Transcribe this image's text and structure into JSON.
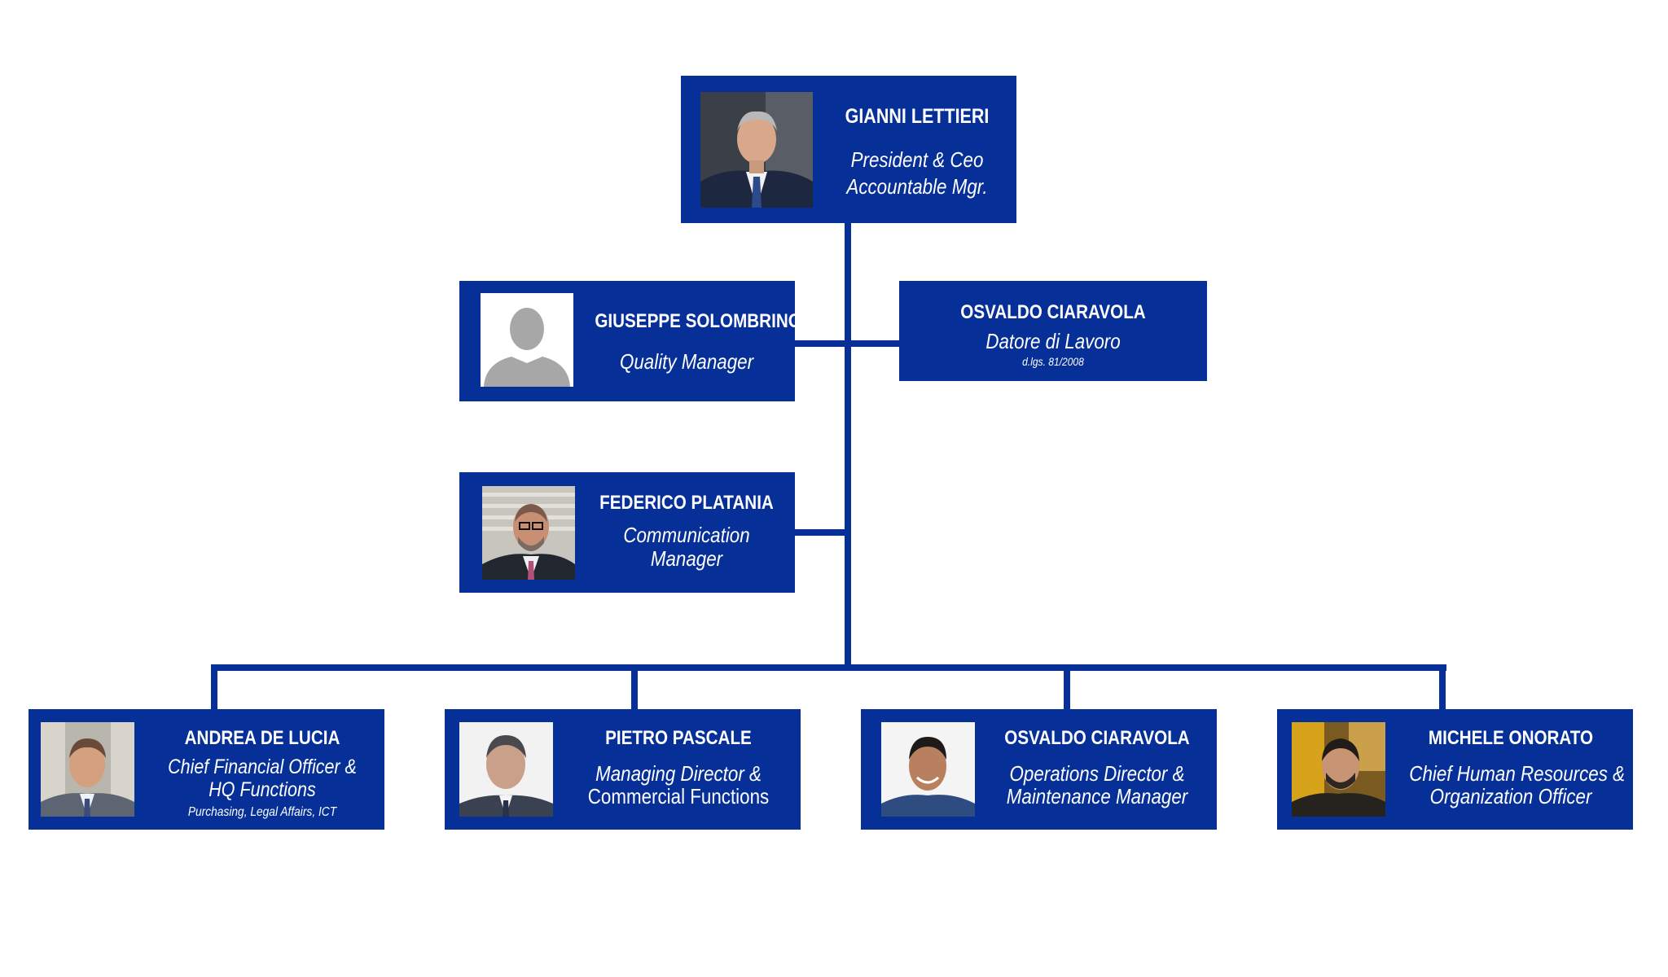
{
  "colors": {
    "box_fill": "#062f98",
    "connector": "#062f98",
    "text": "#ffffff",
    "background": "#ffffff"
  },
  "ceo": {
    "name": "GIANNI LETTIERI",
    "role_line1": "President & Ceo",
    "role_line2": "Accountable Mgr."
  },
  "staff": {
    "quality": {
      "name": "GIUSEPPE SOLOMBRINO",
      "role": "Quality Manager"
    },
    "employer": {
      "name": "OSVALDO CIARAVOLA",
      "role": "Datore di Lavoro",
      "note": "d.lgs. 81/2008"
    },
    "communication": {
      "name": "FEDERICO PLATANIA",
      "role_line1": "Communication",
      "role_line2": "Manager"
    }
  },
  "directors": [
    {
      "name": "ANDREA DE LUCIA",
      "role_line1": "Chief Financial Officer &",
      "role_line2": "HQ Functions",
      "note": "Purchasing, Legal Affairs, ICT"
    },
    {
      "name": "PIETRO PASCALE",
      "role_line1": "Managing Director &",
      "role_line2": "Commercial Functions"
    },
    {
      "name": "OSVALDO CIARAVOLA",
      "role_line1": "Operations Director &",
      "role_line2": "Maintenance Manager"
    },
    {
      "name": "MICHELE ONORATO",
      "role_line1": "Chief Human Resources &",
      "role_line2": "Organization Officer"
    }
  ]
}
